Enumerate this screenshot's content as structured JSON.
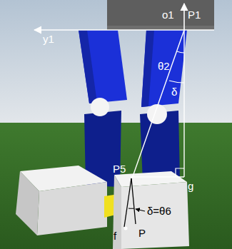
{
  "diagram": {
    "labels": [
      "o1",
      "P1",
      "y1",
      "θ2",
      "δ",
      "P5",
      "g",
      "δ=θ6",
      "f",
      "P"
    ]
  }
}
